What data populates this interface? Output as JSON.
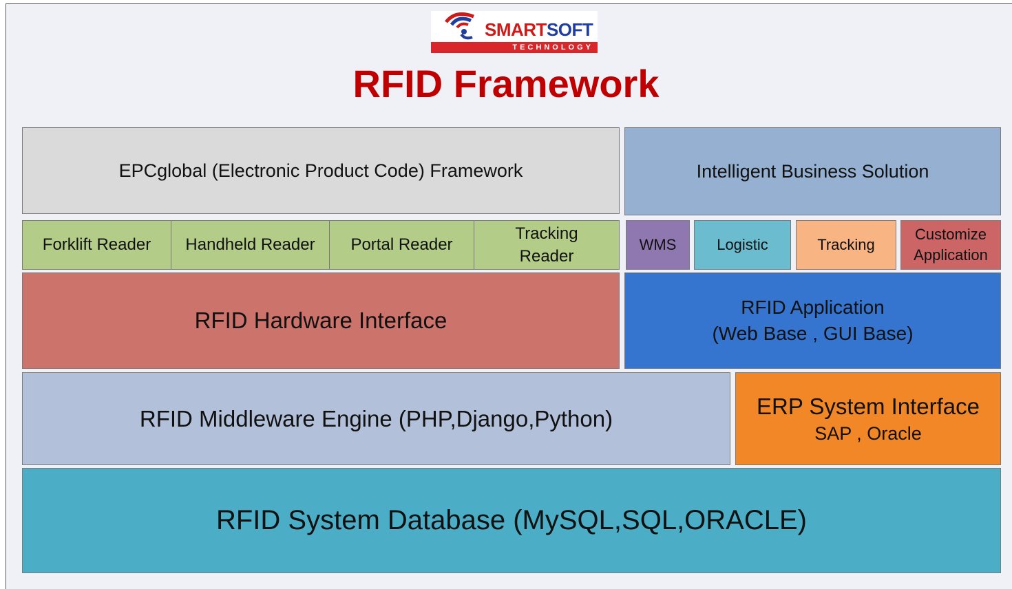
{
  "logo": {
    "brand_part1": "SMART",
    "brand_part2": "SOFT",
    "tagline": "TECHNOLOGY"
  },
  "title": "RFID Framework",
  "blocks": {
    "epcglobal": "EPCglobal (Electronic Product Code) Framework",
    "intelligent_business": "Intelligent Business Solution",
    "readers": [
      "Forklift Reader",
      "Handheld Reader",
      "Portal Reader",
      "Tracking Reader"
    ],
    "apps": [
      "WMS",
      "Logistic",
      "Tracking",
      "Customize Application"
    ],
    "hardware_interface": "RFID Hardware Interface",
    "rfid_application": {
      "line1": "RFID Application",
      "line2": "(Web Base , GUI Base)"
    },
    "middleware": "RFID Middleware Engine (PHP,Django,Python)",
    "erp": {
      "line1": "ERP System Interface",
      "line2": "SAP , Oracle"
    },
    "database": "RFID System Database (MySQL,SQL,ORACLE)"
  },
  "colors": {
    "title": "#c00000",
    "epcglobal": "#dadada",
    "intelligent_business": "#95b0d1",
    "readers": "#b3cc87",
    "wms": "#8f77af",
    "logistic": "#6cbcd0",
    "tracking": "#f8b482",
    "customize": "#cc6666",
    "hardware_interface": "#cc736b",
    "rfid_application": "#3574cf",
    "middleware": "#b2c1d9",
    "erp": "#f28728",
    "database": "#4badc6"
  }
}
